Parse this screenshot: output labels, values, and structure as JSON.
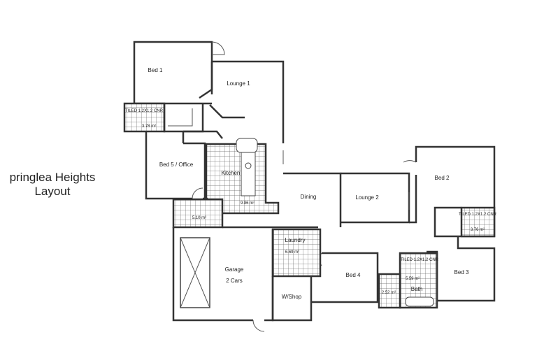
{
  "title": {
    "line1": "pringlea Heights",
    "line2": "Layout"
  },
  "rooms": {
    "bed1": "Bed 1",
    "lounge1": "Lounge 1",
    "bed5": "Bed 5 / Office",
    "kitchen": "Kitchen",
    "kitchen_area": "9.86 m²",
    "ensuite1_area": "3.78 m²",
    "ensuite1_note": "TILED 1.2X1.2 CNR",
    "entry_area": "5.10 m²",
    "dining": "Dining",
    "lounge2": "Lounge 2",
    "bed2": "Bed 2",
    "ensuite2_area": "3.76 m²",
    "ensuite2_note": "TILED 1.2X1.2 CNR",
    "laundry": "Laundry",
    "laundry_area": "6.69 m²",
    "garage": "Garage",
    "garage_sub": "2 Cars",
    "wshop": "W/Shop",
    "bed4": "Bed 4",
    "wc_area": "2.52 m²",
    "bath_area": "5.59 m²",
    "bath": "Bath",
    "bath_note": "TILED 1.2X1.2 CNR",
    "bed3": "Bed 3"
  }
}
